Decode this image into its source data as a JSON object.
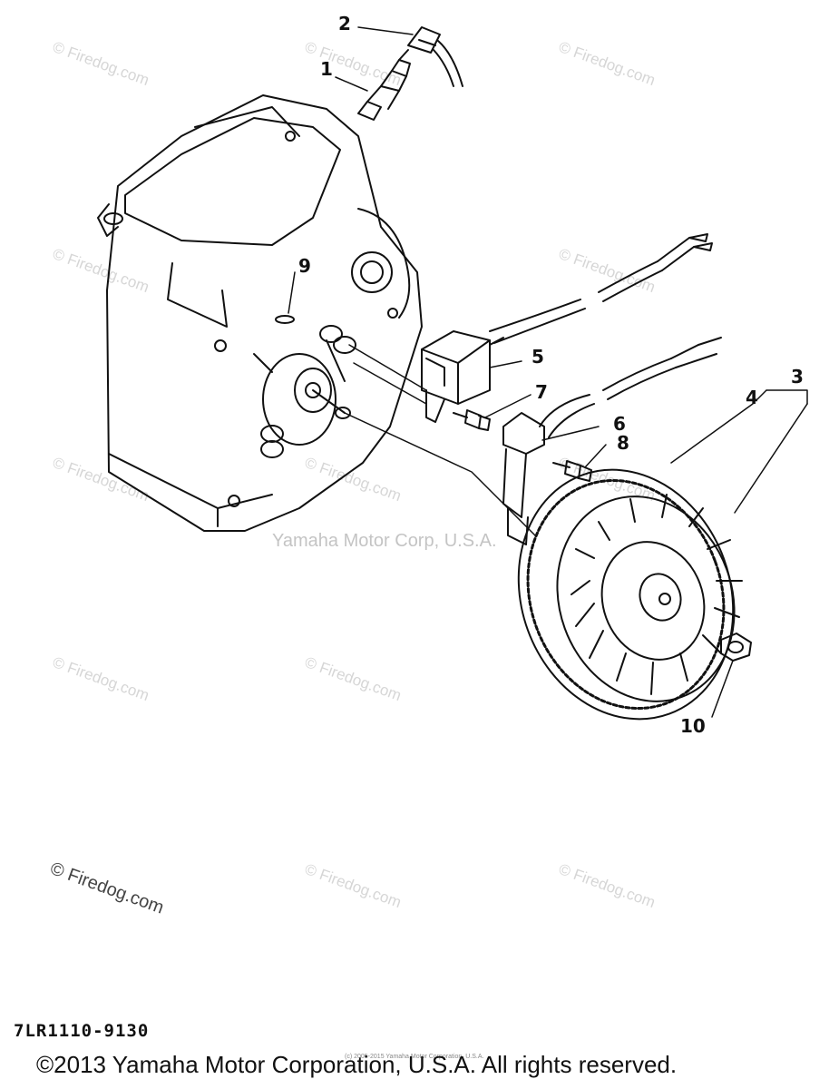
{
  "watermarks": {
    "site": "© Firedog.com",
    "small_credit": "(c) 2005-2015 Yamaha Motor Corporation, U.S.A."
  },
  "diagram": {
    "credit": "Yamaha Motor Corp, U.S.A.",
    "callouts": [
      "1",
      "2",
      "3",
      "4",
      "5",
      "6",
      "7",
      "8",
      "9",
      "10"
    ],
    "part_number": "7LR1110-9130"
  },
  "footer": {
    "copyright": "©2013 Yamaha Motor Corporation, U.S.A. All rights reserved."
  }
}
